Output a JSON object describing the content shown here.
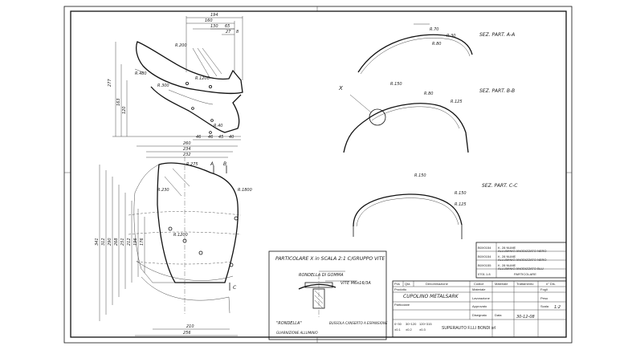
{
  "side_view": {
    "dims_top": [
      "194",
      "160",
      "130",
      "65",
      "27",
      "8"
    ],
    "dims_left": [
      "277",
      "163",
      "120"
    ],
    "dims_bottom": [
      "46",
      "46",
      "45",
      "40",
      "R.40"
    ],
    "radii": [
      "R.480",
      "R.300",
      "R.1200",
      "R.200"
    ]
  },
  "front_view": {
    "dims_top": [
      "260",
      "234",
      "232"
    ],
    "dims_left": [
      "341",
      "312",
      "290",
      "268",
      "251",
      "212",
      "196",
      "176"
    ],
    "dims_bottom": [
      "210",
      "256"
    ],
    "radii": [
      "R.275",
      "R.230",
      "R.1200",
      "R.1800"
    ],
    "section_marks": [
      "A",
      "B",
      "C"
    ]
  },
  "sections": {
    "a": {
      "title": "SEZ. PART. A-A",
      "dims": [
        "R.70",
        "R.30",
        "R.80"
      ]
    },
    "b": {
      "title": "SEZ. PART. B-B",
      "dims": [
        "R.150",
        "R.80",
        "R.125"
      ],
      "mark": "X"
    },
    "c": {
      "title": "SEZ. PART. C-C",
      "dims": [
        "R.150",
        "R.150",
        "R.125"
      ]
    }
  },
  "detail": {
    "title": "PARTICOLARE X in SCALA 2:1 C/GRUPPO VITE",
    "labels": [
      "RONDELLA DI GOMMA",
      "VITE M6x16/3A",
      "\"RONDELLA\"",
      "BUSSOLA C/INSERTO A ESPANSIONE",
      "GUARNIZIONE ALLUMINIO"
    ]
  },
  "bom": {
    "rows": [
      {
        "code": "B0X0154",
        "text": "K. 28 NUME\nALLUMINIO ANODIZZATO NERO"
      },
      {
        "code": "B0X0154",
        "text": "K. 28 NUME\nALLUMINIO ANODIZZATO NERO"
      },
      {
        "code": "B0X0155",
        "text": "K. 28 NUME\nALLUMINIO ANODIZZATO BLU"
      },
      {
        "code": "0701.1.8",
        "text": "PARTICOLARE"
      }
    ]
  },
  "title_block": {
    "head": [
      "Pos",
      "Qta",
      "Denominazione",
      "Codice",
      "Materiale",
      "Trattamento",
      "n° Dis."
    ],
    "prodotto_label": "Prodotto",
    "prodotto_value": "CUPOLINO METALSARK",
    "particolare_label": "Particolare",
    "disegnato": "Disegnato",
    "data": "Data",
    "date_value": "30-12-08",
    "scala_value": "1:2",
    "scala_label": "Scala",
    "approvato": "Approvato",
    "lavorazione": "Lavorazione",
    "materiale": "Materiale",
    "fogli": "Fogli",
    "peso": "Peso",
    "company": "SUPERAUTO F.LLI BONDI srl",
    "tolerances": [
      "0÷30",
      "30÷120",
      "120÷315",
      "±0.1",
      "±0.2",
      "±0.3"
    ]
  }
}
